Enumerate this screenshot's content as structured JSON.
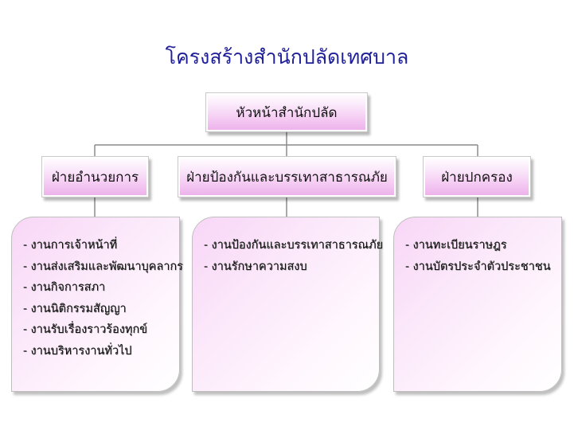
{
  "title": "โครงสร้างสำนักปลัดเทศบาล",
  "head": {
    "label": "หัวหน้าสำนักปลัด"
  },
  "divisions": [
    {
      "label": "ฝ่ายอำนวยการ",
      "items": [
        "- งานการเจ้าหน้าที่",
        "- งานส่งเสริมและพัฒนาบุคลากร",
        "- งานกิจการสภา",
        "- งานนิติกรรมสัญญา",
        "- งานรับเรื่องราวร้องทุกข์",
        "- งานบริหารงานทั่วไป"
      ]
    },
    {
      "label": "ฝ่ายป้องกันและบรรเทาสาธารณภัย",
      "items": [
        "- งานป้องกันและบรรเทาสาธารณภัย",
        "- งานรักษาความสงบ"
      ]
    },
    {
      "label": "ฝ่ายปกครอง",
      "items": [
        "- งานทะเบียนราษฎร",
        "- งานบัตรประจำตัวประชาชน"
      ]
    }
  ],
  "colors": {
    "title": "#1f1f9a",
    "box_fill": "#f4c8f2",
    "connector": "#8a8a8a"
  }
}
